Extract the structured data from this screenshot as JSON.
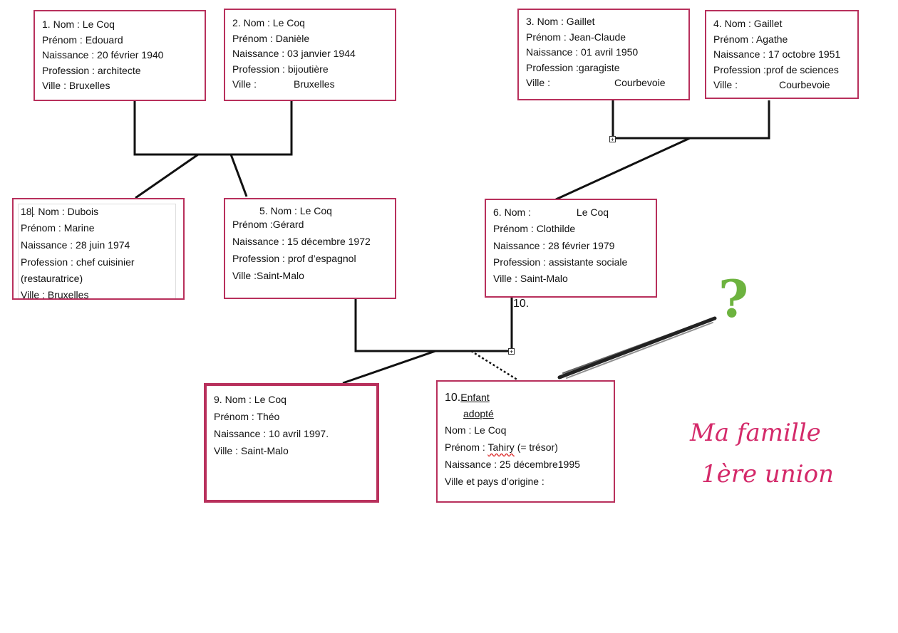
{
  "people": {
    "p1": {
      "num": "1.",
      "nom": "Nom : Le Coq",
      "prenom": "Prénom : Edouard",
      "naissance": "Naissance : 20 février 1940",
      "profession": "Profession : architecte",
      "ville": "Ville : Bruxelles"
    },
    "p2": {
      "num": "2.",
      "nom": "Nom : Le Coq",
      "prenom": "Prénom : Danièle",
      "naissance": "Naissance : 03 janvier 1944",
      "profession": "Profession : bijoutière",
      "ville_label": "Ville :",
      "ville_value": "Bruxelles"
    },
    "p3": {
      "num": "3.",
      "nom": "Nom : Gaillet",
      "prenom": "Prénom : Jean-Claude",
      "naissance": "Naissance : 01 avril 1950",
      "profession": "Profession :garagiste",
      "ville_label": "Ville :",
      "ville_value": "Courbevoie"
    },
    "p4": {
      "num": "4.",
      "nom": "Nom : Gaillet",
      "prenom": "Prénom : Agathe",
      "naissance": "Naissance : 17 octobre 1951",
      "profession": "Profession :prof de sciences",
      "ville_label": "Ville :",
      "ville_value": "Courbevoie"
    },
    "p18": {
      "num": "18",
      "nom": ". Nom : Dubois",
      "prenom": "Prénom : Marine",
      "naissance": "Naissance : 28 juin 1974",
      "profession": "Profession : chef cuisinier",
      "profession2": "(restauratrice)",
      "ville": "Ville : Bruxelles"
    },
    "p5": {
      "num": "5.",
      "nom": "Nom : Le Coq",
      "prenom": "Prénom :Gérard",
      "naissance": "Naissance : 15 décembre 1972",
      "profession": "Profession : prof d’espagnol",
      "ville": "Ville :Saint-Malo"
    },
    "p6": {
      "num": "6.",
      "nom_label": "Nom :",
      "nom_value": "Le Coq",
      "prenom": "Prénom : Clothilde",
      "naissance": "Naissance : 28 février 1979",
      "profession": "Profession : assistante sociale",
      "ville": "Ville : Saint-Malo"
    },
    "p9": {
      "num": "9.",
      "nom": "Nom : Le Coq",
      "prenom": "Prénom : Théo",
      "naissance": "Naissance : 10 avril 1997.",
      "ville": "Ville : Saint-Malo"
    },
    "p10": {
      "num": "10.",
      "enfant": "Enfant",
      "adopte": "adopté",
      "nom": "Nom : Le Coq",
      "prenom_label": "Prénom :",
      "prenom_value": "Tahiry",
      "prenom_note": "(= trésor)",
      "naissance": "Naissance : 25 décembre1995",
      "ville": "Ville et pays d’origine :"
    }
  },
  "floating_label": "10.",
  "title": {
    "line1": "Ma famille",
    "line2": "1ère union"
  },
  "question_mark": "?",
  "colors": {
    "box_border": "#b8305c",
    "title": "#d42a6a",
    "question": "#6db33f"
  }
}
